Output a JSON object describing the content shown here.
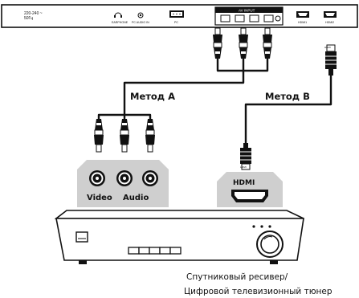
{
  "tv_panel": {
    "voltage_line1": "220-240 ~",
    "voltage_line2": "50Гц",
    "earphone": "EARPHONE",
    "pc_audio_in": "PC AUDIO IN",
    "pc": "PC",
    "av_input": "AV INPUT",
    "hdmi1": "HDMI1",
    "hdmi2": "HDMI2"
  },
  "methods": {
    "a": "Метод А",
    "b": "Метод В"
  },
  "device_panel": {
    "video": "Video",
    "audio": "Audio",
    "hdmi": "HDMI"
  },
  "caption": {
    "line1": "Спутниковый ресивер/",
    "line2": "Цифровой телевизионный тюнер"
  },
  "colors": {
    "panel_gray": "#cfcfcf",
    "ink": "#111111"
  }
}
